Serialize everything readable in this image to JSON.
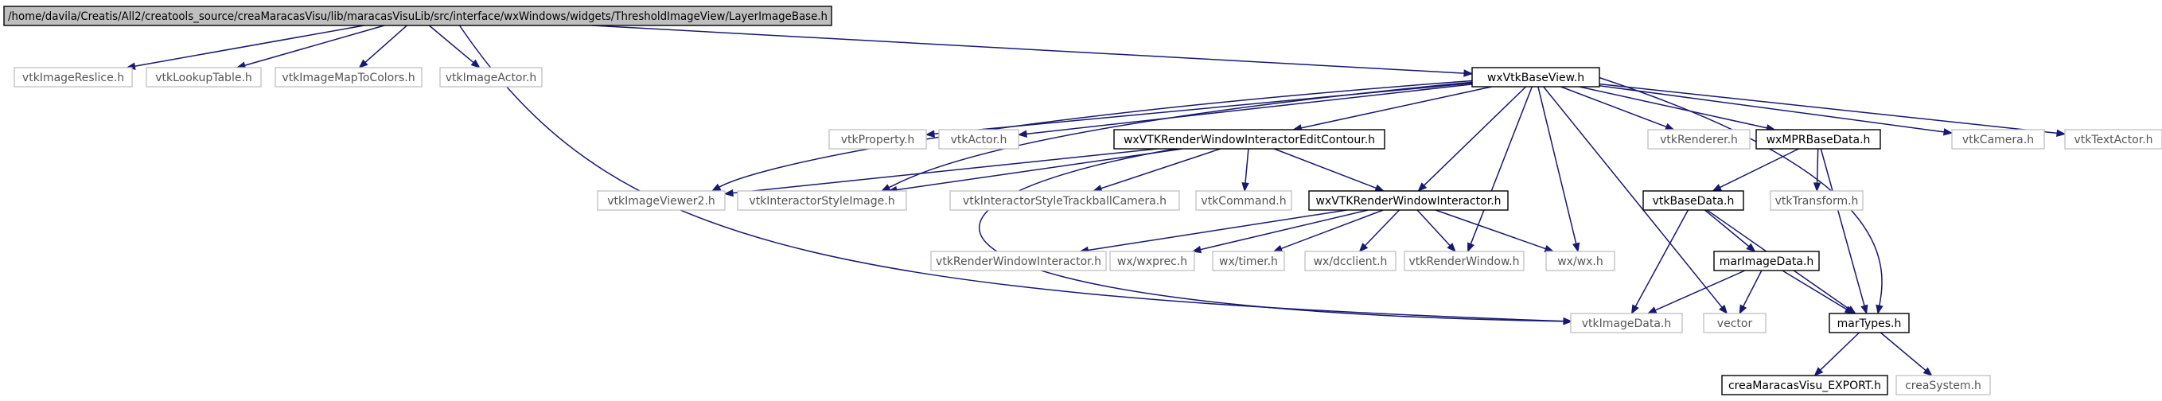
{
  "diagram": {
    "nodes": {
      "root": {
        "label": "/home/davila/Creatis/All2/creatools_source/creaMaracasVisu/lib/maracasVisuLib/src/interface/wxWindows/widgets/ThresholdImageView/LayerImageBase.h",
        "kind": "root"
      },
      "vtkImageReslice": {
        "label": "vtkImageReslice.h",
        "kind": "system"
      },
      "vtkLookupTable": {
        "label": "vtkLookupTable.h",
        "kind": "system"
      },
      "vtkImageMapToColors": {
        "label": "vtkImageMapToColors.h",
        "kind": "system"
      },
      "vtkImageActor": {
        "label": "vtkImageActor.h",
        "kind": "system"
      },
      "wxVtkBaseView": {
        "label": "wxVtkBaseView.h",
        "kind": "local"
      },
      "vtkProperty": {
        "label": "vtkProperty.h",
        "kind": "system"
      },
      "vtkActor": {
        "label": "vtkActor.h",
        "kind": "system"
      },
      "editContour": {
        "label": "wxVTKRenderWindowInteractorEditContour.h",
        "kind": "local"
      },
      "vtkRenderer": {
        "label": "vtkRenderer.h",
        "kind": "system"
      },
      "wxMPRBaseData": {
        "label": "wxMPRBaseData.h",
        "kind": "local"
      },
      "vtkCamera": {
        "label": "vtkCamera.h",
        "kind": "system"
      },
      "vtkTextActor": {
        "label": "vtkTextActor.h",
        "kind": "system"
      },
      "vtkImageViewer2": {
        "label": "vtkImageViewer2.h",
        "kind": "system"
      },
      "vtkInteractorStyleImage": {
        "label": "vtkInteractorStyleImage.h",
        "kind": "system"
      },
      "vtkInteractorStyleTrackballCamera": {
        "label": "vtkInteractorStyleTrackballCamera.h",
        "kind": "system"
      },
      "vtkCommand": {
        "label": "vtkCommand.h",
        "kind": "system"
      },
      "wxVTKRWI": {
        "label": "wxVTKRenderWindowInteractor.h",
        "kind": "local"
      },
      "vtkBaseData": {
        "label": "vtkBaseData.h",
        "kind": "local"
      },
      "vtkTransform": {
        "label": "vtkTransform.h",
        "kind": "system"
      },
      "vtkRenderWindowInteractor": {
        "label": "vtkRenderWindowInteractor.h",
        "kind": "system"
      },
      "wxprec": {
        "label": "wx/wxprec.h",
        "kind": "system"
      },
      "timer": {
        "label": "wx/timer.h",
        "kind": "system"
      },
      "dcclient": {
        "label": "wx/dcclient.h",
        "kind": "system"
      },
      "vtkRenderWindow": {
        "label": "vtkRenderWindow.h",
        "kind": "system"
      },
      "wx": {
        "label": "wx/wx.h",
        "kind": "system"
      },
      "marImageData": {
        "label": "marImageData.h",
        "kind": "local"
      },
      "vtkImageData": {
        "label": "vtkImageData.h",
        "kind": "system"
      },
      "vector": {
        "label": "vector",
        "kind": "system"
      },
      "marTypes": {
        "label": "marTypes.h",
        "kind": "local"
      },
      "export": {
        "label": "creaMaracasVisu_EXPORT.h",
        "kind": "local"
      },
      "creaSystem": {
        "label": "creaSystem.h",
        "kind": "system"
      }
    },
    "edges": [
      [
        "root",
        "vtkImageReslice"
      ],
      [
        "root",
        "vtkLookupTable"
      ],
      [
        "root",
        "vtkImageMapToColors"
      ],
      [
        "root",
        "vtkImageActor"
      ],
      [
        "root",
        "wxVtkBaseView"
      ],
      [
        "root",
        "vtkImageData"
      ],
      [
        "wxVtkBaseView",
        "vtkProperty"
      ],
      [
        "wxVtkBaseView",
        "vtkActor"
      ],
      [
        "wxVtkBaseView",
        "editContour"
      ],
      [
        "wxVtkBaseView",
        "vtkImageViewer2"
      ],
      [
        "wxVtkBaseView",
        "vtkInteractorStyleImage"
      ],
      [
        "wxVtkBaseView",
        "wxVTKRWI"
      ],
      [
        "wxVtkBaseView",
        "vtkRenderWindow"
      ],
      [
        "wxVtkBaseView",
        "wx"
      ],
      [
        "wxVtkBaseView",
        "vtkRenderer"
      ],
      [
        "wxVtkBaseView",
        "wxMPRBaseData"
      ],
      [
        "wxVtkBaseView",
        "vtkCamera"
      ],
      [
        "wxVtkBaseView",
        "vtkTextActor"
      ],
      [
        "wxVtkBaseView",
        "vector"
      ],
      [
        "wxVtkBaseView",
        "marTypes"
      ],
      [
        "editContour",
        "vtkImageViewer2"
      ],
      [
        "editContour",
        "vtkInteractorStyleImage"
      ],
      [
        "editContour",
        "vtkInteractorStyleTrackballCamera"
      ],
      [
        "editContour",
        "vtkCommand"
      ],
      [
        "editContour",
        "wxVTKRWI"
      ],
      [
        "editContour",
        "vtkImageData"
      ],
      [
        "wxVTKRWI",
        "vtkRenderWindowInteractor"
      ],
      [
        "wxVTKRWI",
        "wxprec"
      ],
      [
        "wxVTKRWI",
        "timer"
      ],
      [
        "wxVTKRWI",
        "dcclient"
      ],
      [
        "wxVTKRWI",
        "vtkRenderWindow"
      ],
      [
        "wxVTKRWI",
        "wx"
      ],
      [
        "wxMPRBaseData",
        "vtkBaseData"
      ],
      [
        "wxMPRBaseData",
        "vtkTransform"
      ],
      [
        "wxMPRBaseData",
        "marTypes"
      ],
      [
        "vtkBaseData",
        "marImageData"
      ],
      [
        "vtkBaseData",
        "vtkImageData"
      ],
      [
        "vtkBaseData",
        "marTypes"
      ],
      [
        "marImageData",
        "vtkImageData"
      ],
      [
        "marImageData",
        "vector"
      ],
      [
        "marImageData",
        "marTypes"
      ],
      [
        "marTypes",
        "export"
      ],
      [
        "marTypes",
        "creaSystem"
      ]
    ],
    "colors": {
      "edge": "#191970",
      "system_border": "#bfbfbf",
      "local_border": "#000000",
      "root_fill": "#bfbfbf"
    }
  }
}
